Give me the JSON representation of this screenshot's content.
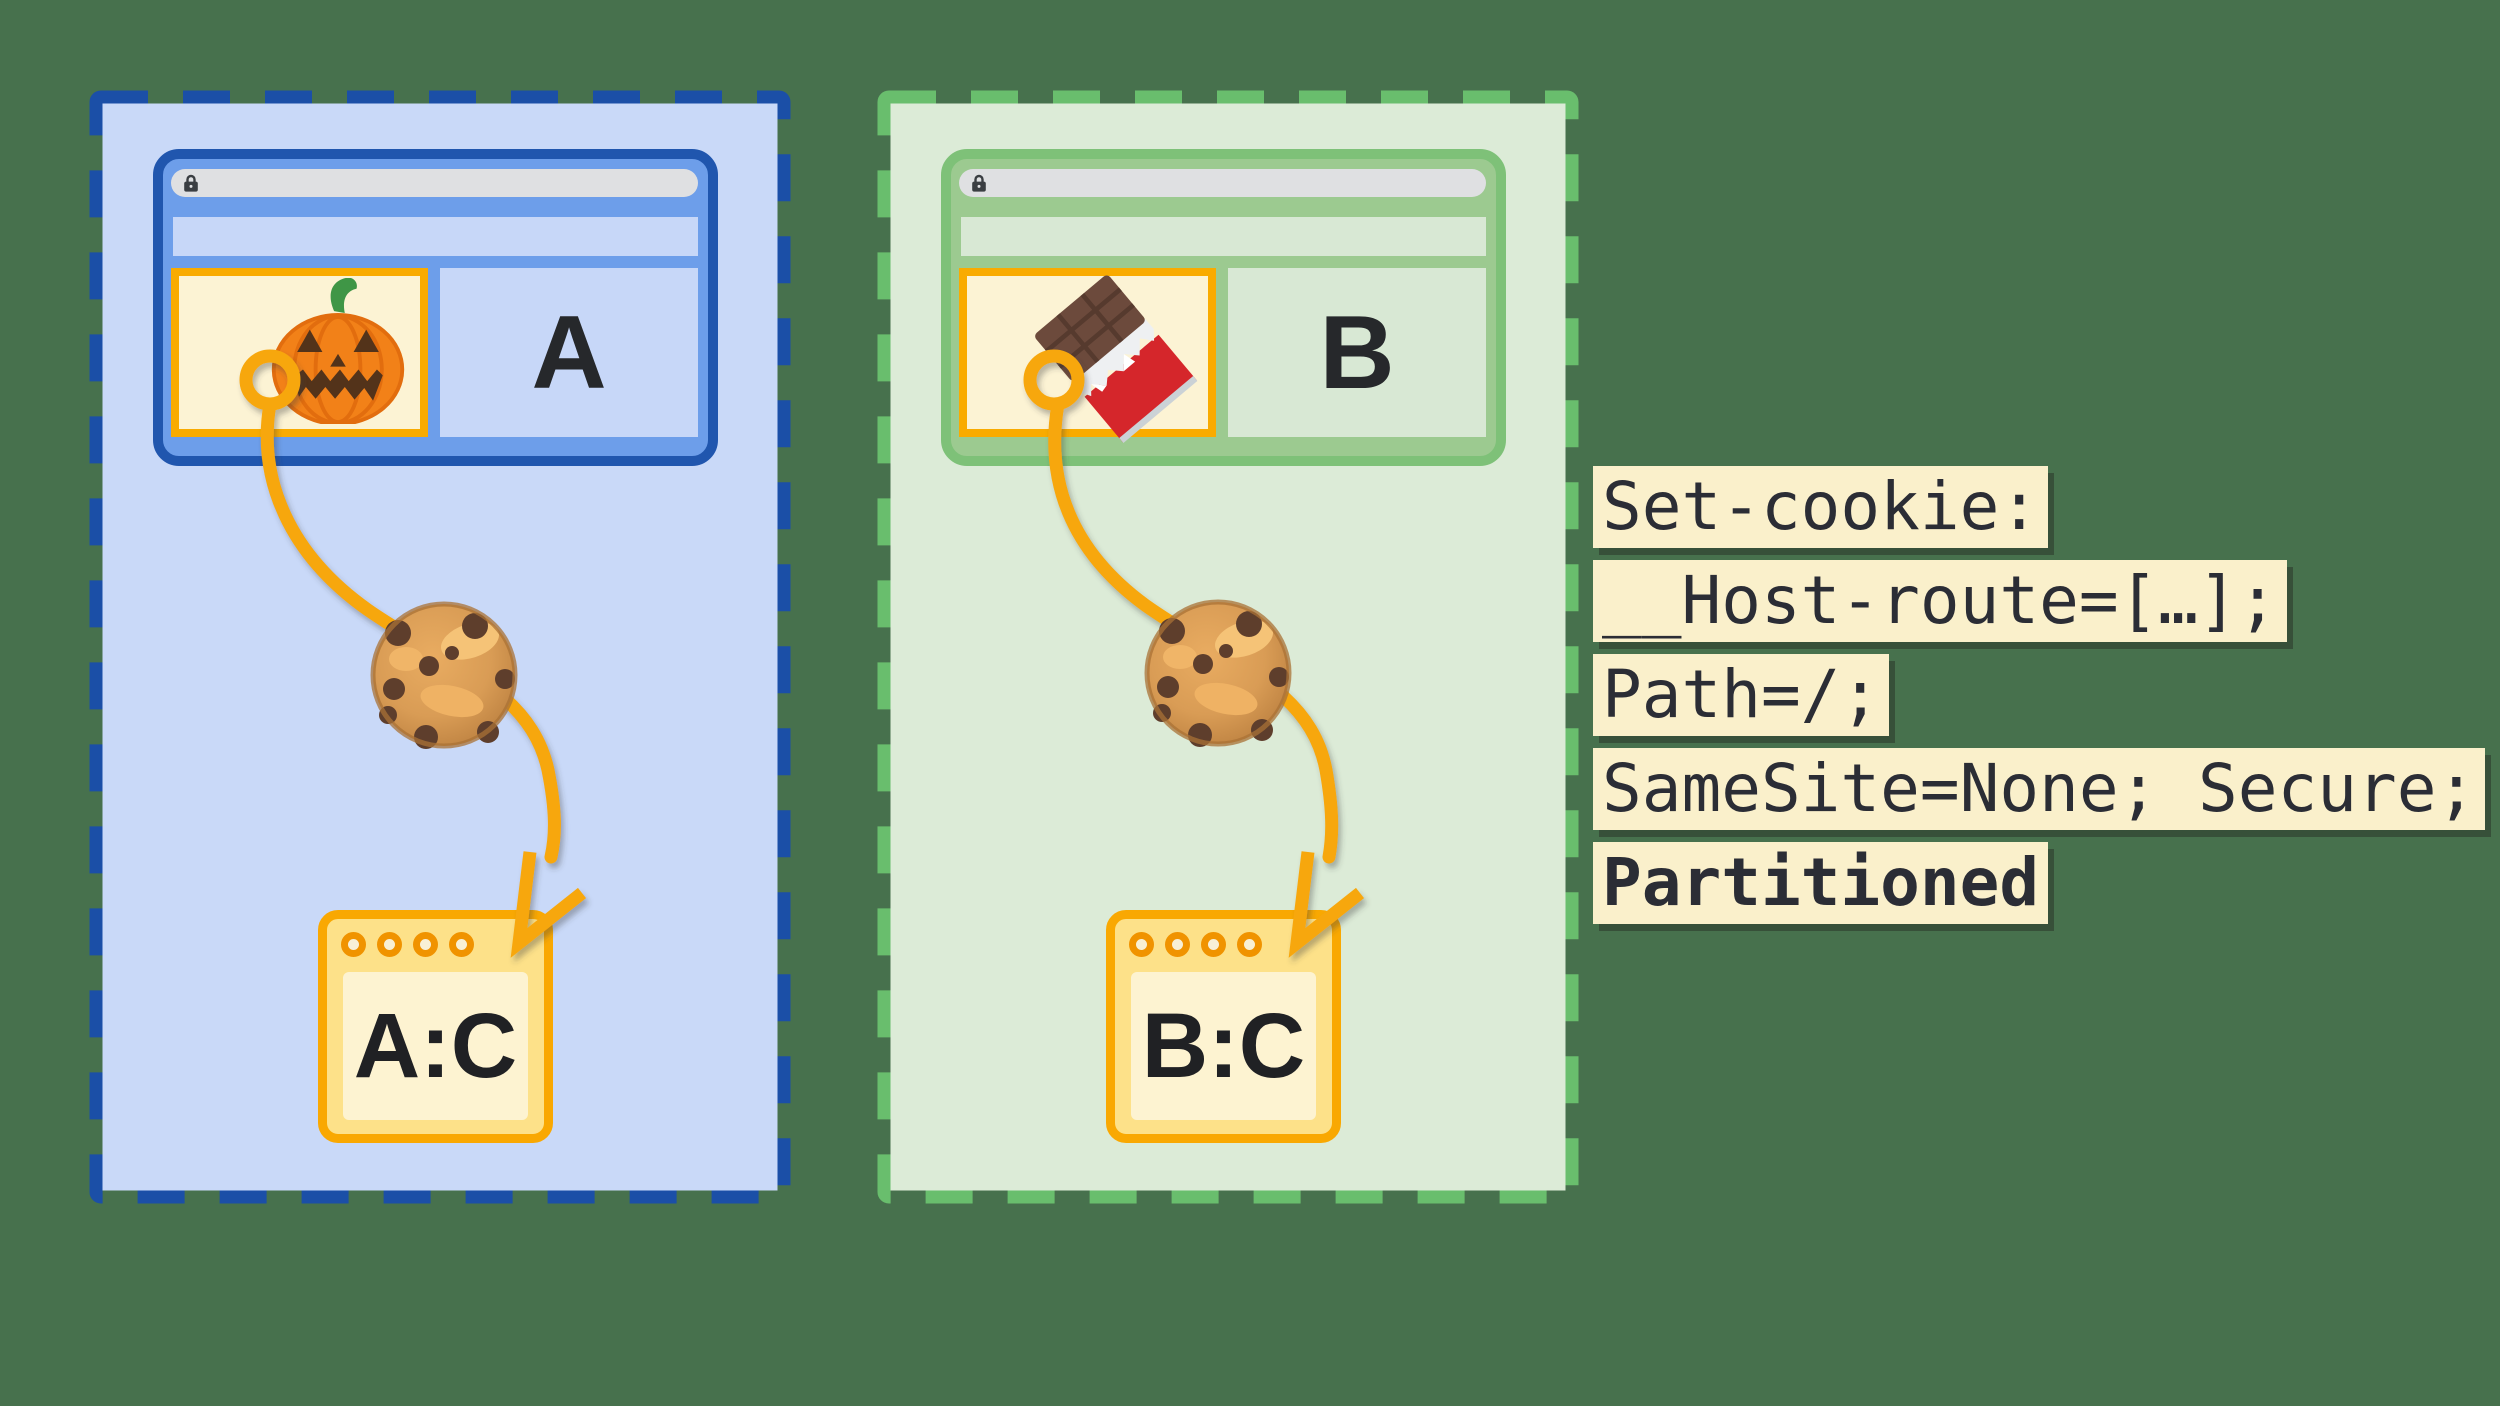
{
  "background_color": "#47714D",
  "accent_orange": "#F9AB00",
  "partitions": {
    "a": {
      "name": "site-a-partition",
      "site_label": "A",
      "iframe_icon": "jack-o-lantern",
      "thread_icon": "chocolate-chip-cookie",
      "jar_label": "A:C",
      "fill_color": "#C9D9F8",
      "dash_border_color": "#1B4FA7",
      "window_color": "#6D9EEA",
      "window_border_color": "#2056AE"
    },
    "b": {
      "name": "site-b-partition",
      "site_label": "B",
      "iframe_icon": "chocolate-bar",
      "thread_icon": "chocolate-chip-cookie",
      "jar_label": "B:C",
      "fill_color": "#DCEBD7",
      "dash_border_color": "#69BE6D",
      "window_color": "#9CCA90",
      "window_border_color": "#7EC178"
    }
  },
  "browser": {
    "urlbar_icon": "lock-icon",
    "urlbar_color": "#DFE0E2",
    "iframe_border_color": "#F9AB00",
    "iframe_fill_color": "#FCF3D4"
  },
  "jar": {
    "border_color": "#F9A802",
    "header_color": "#FDE189",
    "panel_color": "#FDF3D1",
    "dot_color": "#F09300"
  },
  "code_block": {
    "highlight_color": "#FAF0CB",
    "text_color": "#2B2D35",
    "lines": [
      {
        "text": "Set-cookie:",
        "bold": false
      },
      {
        "text": "__Host-route=[…];",
        "bold": false
      },
      {
        "text": "Path=/;",
        "bold": false
      },
      {
        "text": "SameSite=None; Secure;",
        "bold": false
      },
      {
        "text": "Partitioned",
        "bold": true
      }
    ]
  },
  "icons": {
    "lock": "padlock in address bar",
    "jack_o_lantern": "halloween pumpkin emoji",
    "chocolate_bar": "chocolate bar emoji",
    "cookie": "chocolate chip cookie emoji",
    "ring": "thread anchor ring",
    "arrow": "orange thread arrow into jar"
  }
}
